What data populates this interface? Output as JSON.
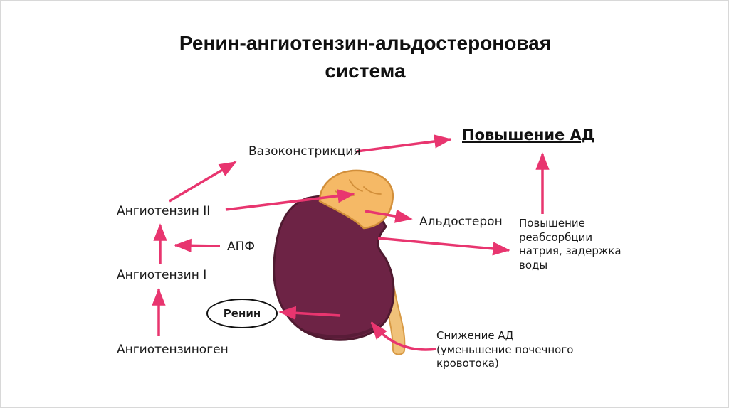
{
  "title": "Ренин-ангиотензин-альдостероновая\nсистема",
  "diagram": {
    "vasoconstriction": "Вазоконстрикция",
    "bp_increase": "Повышение АД",
    "angiotensin_ii": "Ангиотензин II",
    "ace": "АПФ",
    "angiotensin_i": "Ангиотензин I",
    "renin": "Ренин",
    "angiotensinogen": "Ангиотензиноген",
    "aldosterone": "Альдостерон",
    "reabsorption": "Повышение\nреабсорбции\nнатрия, задержка\nводы",
    "bp_decrease": "Снижение АД\n(уменьшение почечного\nкровотока)"
  },
  "colors": {
    "arrow": "#e8356f",
    "kidney": "#6d2345",
    "kidney_outline": "#4f1a30",
    "adrenal": "#f5b966",
    "adrenal_outline": "#d28f3a",
    "ureter": "#f0c27a",
    "text": "#1a1a1a"
  }
}
